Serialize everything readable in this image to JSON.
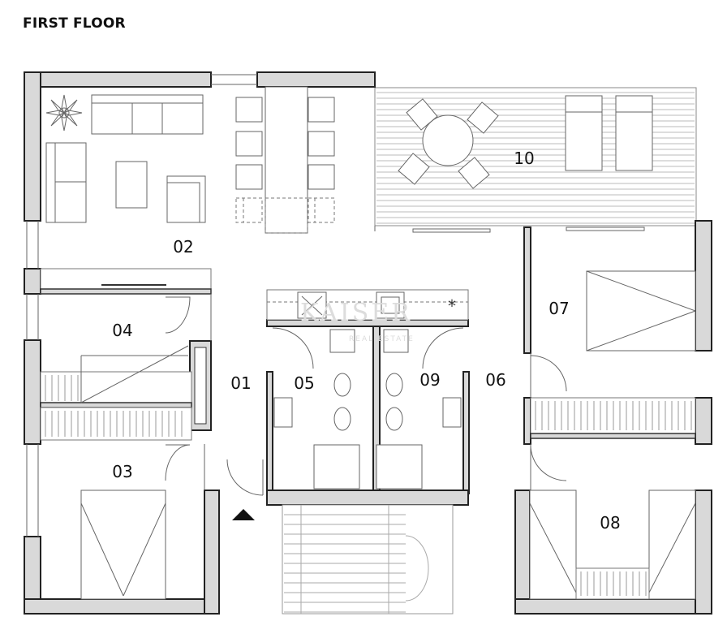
{
  "title": "FIRST FLOOR",
  "rooms": {
    "r01": "01",
    "r02": "02",
    "r03": "03",
    "r04": "04",
    "r05": "05",
    "r06": "06",
    "r07": "07",
    "r08": "08",
    "r09": "09",
    "r10": "10"
  },
  "watermark": {
    "brand": "KAISER",
    "sub": "REAL ESTATE"
  },
  "colors": {
    "wall_fill": "#d9d9d9",
    "line": "#666666",
    "text": "#111111"
  }
}
